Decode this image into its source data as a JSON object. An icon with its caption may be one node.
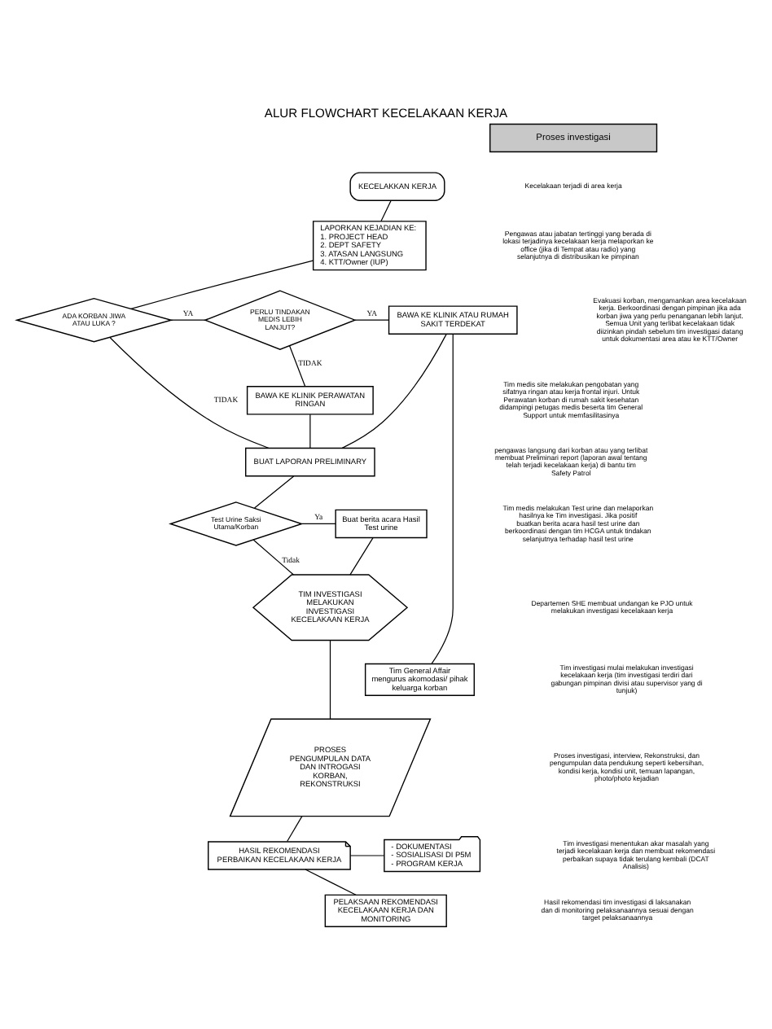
{
  "diagram": {
    "title": "ALUR FLOWCHART KECELAKAAN KERJA",
    "nodes": [
      {
        "text": [
          "KECELAKKAN KERJA"
        ]
      },
      {
        "text": [
          "LAPORKAN KEJADIAN KE:",
          "1. PROJECT HEAD",
          "2. DEPT SAFETY",
          "3. ATASAN LANGSUNG",
          "4. KTT/Owner (IUP)"
        ]
      },
      {
        "text": [
          "ADA KORBAN JIWA ATAU LUKA ?"
        ]
      },
      {
        "text": [
          "PERLU TINDAKAN MEDIS LEBIH LANJUT?"
        ]
      },
      {
        "text": [
          "BAWA KE KLINIK ATAU RUMAH SAKIT TERDEKAT"
        ]
      },
      {
        "text": [
          "BAWA KE KLINIK PERAWATAN RINGAN"
        ]
      },
      {
        "text": [
          "BUAT LAPORAN PRELIMINARY"
        ]
      },
      {
        "text": [
          "Test Urine Saksi Utama/Korban"
        ]
      },
      {
        "text": [
          "Buat berita acara Hasil Test urine"
        ]
      },
      {
        "text": [
          "TIM INVESTIGASI MELAKUKAN INVESTIGASI KECELAKAAN KERJA"
        ]
      },
      {
        "text": [
          "Tim General Affair mengurus akomodasi/ pihak keluarga korban"
        ]
      },
      {
        "text": [
          "PROSES PENGUMPULAN DATA DAN INTROGASI KORBAN, REKONSTRUKSI"
        ]
      },
      {
        "text": [
          "HASIL REKOMENDASI PERBAIKAN KECELAKAAN KERJA"
        ]
      },
      {
        "text": [
          "- DOKUMENTASI",
          "- SOSIALISASI DI P5M",
          "- PROGRAM KERJA"
        ]
      },
      {
        "text": [
          "PELAKSAAN REKOMENDASI KECELAKAAN KERJA DAN MONITORING"
        ]
      }
    ],
    "edges": [
      {
        "from": 0,
        "to": 1,
        "arrow": "none"
      },
      {
        "from": 1,
        "to": 2,
        "arrow": "none"
      },
      {
        "from": 2,
        "to": 3,
        "arrow": "none",
        "label": "YA"
      },
      {
        "from": 3,
        "to": 4,
        "arrow": "none",
        "label": "YA"
      },
      {
        "from": 2,
        "to": 6,
        "arrow": "none",
        "label": "TIDAK"
      },
      {
        "from": 3,
        "to": 5,
        "arrow": "none",
        "label": "TIDAK"
      },
      {
        "from": 5,
        "to": 6,
        "arrow": "none"
      },
      {
        "from": 4,
        "to": 6,
        "arrow": "none"
      },
      {
        "from": 4,
        "to": 10,
        "arrow": "none"
      },
      {
        "from": 6,
        "to": 7,
        "arrow": "none"
      },
      {
        "from": 7,
        "to": 8,
        "arrow": "none",
        "label": "Ya"
      },
      {
        "from": 8,
        "to": 9,
        "arrow": "none"
      },
      {
        "from": 7,
        "to": 9,
        "arrow": "none",
        "label": "Tidak"
      },
      {
        "from": 9,
        "to": 11,
        "arrow": "none"
      },
      {
        "from": 11,
        "to": 12,
        "arrow": "none"
      },
      {
        "from": 12,
        "to": 13,
        "arrow": "none"
      },
      {
        "from": 12,
        "to": 14,
        "arrow": "none"
      }
    ],
    "labels": [
      "Proses investigasi",
      "Kecelakaan terjadi di area kerja",
      "Pengawas atau jabatan tertinggi yang berada di lokasi terjadinya kecelakaan kerja melaporkan ke office (jika di Tempat atau radio) yang selanjutnya di distribusikan ke pimpinan",
      "Evakuasi korban, mengamankan area kecelakaan kerja. Berkoordinasi dengan pimpinan jika ada korban jiwa yang perlu penanganan lebih lanjut. Semua Unit yang terlibat kecelakaan tidak diizinkan pindah sebelum tim investigasi datang untuk dokumentasi area atau ke KTT/Owner",
      "Tim medis site melakukan pengobatan yang sifatnya ringan atau kerja frontal injuri. Untuk Perawatan korban di rumah sakit kesehatan didampingi petugas medis beserta tim General Support untuk memfasilitasinya",
      "pengawas langsung dari korban atau yang terlibat membuat Preliminari report (laporan awal tentang telah terjadi kecelakaan kerja) di bantu tim Safety Patrol",
      "Tim medis melakukan Test urine dan melaporkan hasilnya ke Tim investigasi. Jika positif buatkan berita acara hasil test urine dan berkoordinasi dengan tim HCGA untuk tindakan selanjutnya terhadap hasil test urine",
      "Departemen SHE membuat undangan ke PJO untuk melakukan investigasi kecelakaan kerja",
      "Tim investigasi mulai melakukan investigasi kecelakaan kerja (tim investigasi terdiri dari gabungan pimpinan divisi atau supervisor yang di tunjuk)",
      "Proses investigasi, interview, Rekonstruksi, dan pengumpulan data pendukung seperti kebersihan, kondisi kerja, kondisi unit, temuan lapangan, photo/photo kejadian",
      "Tim investigasi menentukan akar masalah yang terjadi kecelakaan kerja dan membuat rekomendasi perbaikan supaya tidak terulang kembali (DCAT Analisis)",
      "Hasil rekomendasi tim investigasi di laksanakan dan di monitoring pelaksanaannya sesuai dengan target pelaksanaannya"
    ]
  }
}
